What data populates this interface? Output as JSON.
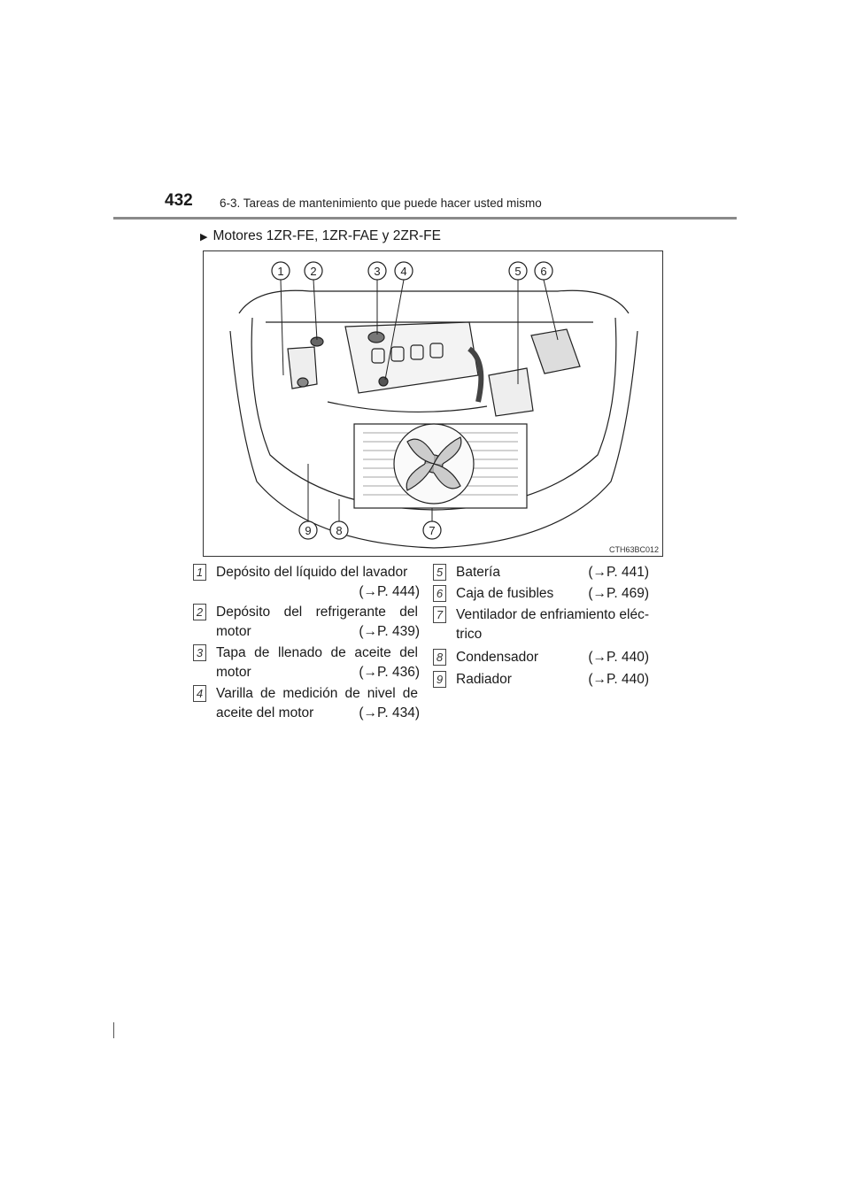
{
  "header": {
    "page_number": "432",
    "section_title": "6-3. Tareas de mantenimiento que puede hacer usted mismo"
  },
  "engine_heading": "Motores 1ZR-FE, 1ZR-FAE y 2ZR-FE",
  "figure": {
    "code": "CTH63BC012",
    "callouts_top": [
      "1",
      "2",
      "3",
      "4",
      "5",
      "6"
    ],
    "callouts_bottom": [
      "9",
      "8",
      "7"
    ]
  },
  "items_left": [
    {
      "num": "1",
      "text": "Depósito del líquido del lavador",
      "ref": "(→P. 444)"
    },
    {
      "num": "2",
      "text": "Depósito del refrigerante del motor",
      "ref": "(→P. 439)"
    },
    {
      "num": "3",
      "text": "Tapa de llenado de aceite del motor",
      "ref": "(→P. 436)"
    },
    {
      "num": "4",
      "text": "Varilla de medición de nivel de aceite del motor",
      "ref": "(→P. 434)"
    }
  ],
  "items_right": [
    {
      "num": "5",
      "text": "Batería",
      "ref": "(→P. 441)"
    },
    {
      "num": "6",
      "text": "Caja de fusibles",
      "ref": "(→P. 469)"
    },
    {
      "num": "7",
      "text": "Ventilador de enfriamiento eléc-trico",
      "ref": ""
    },
    {
      "num": "8",
      "text": "Condensador",
      "ref": "(→P. 440)"
    },
    {
      "num": "9",
      "text": "Radiador",
      "ref": "(→P. 440)"
    }
  ]
}
